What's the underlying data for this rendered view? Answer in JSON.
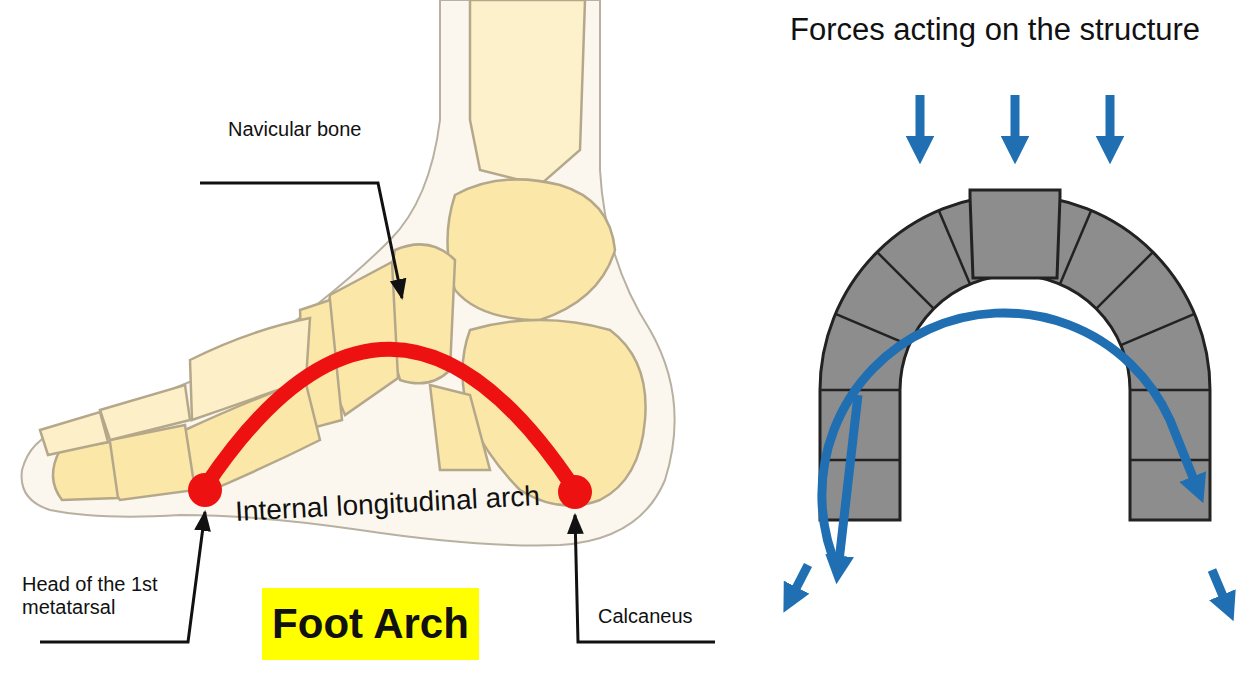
{
  "diagram": {
    "nodes": [
      {
        "text": [
          "Foot Arch"
        ]
      }
    ],
    "labels": [
      "Navicular bone",
      "Internal longitudinal arch",
      "Head of the 1st metatarsal",
      "Calcaneus",
      "Forces acting on the structure"
    ]
  }
}
